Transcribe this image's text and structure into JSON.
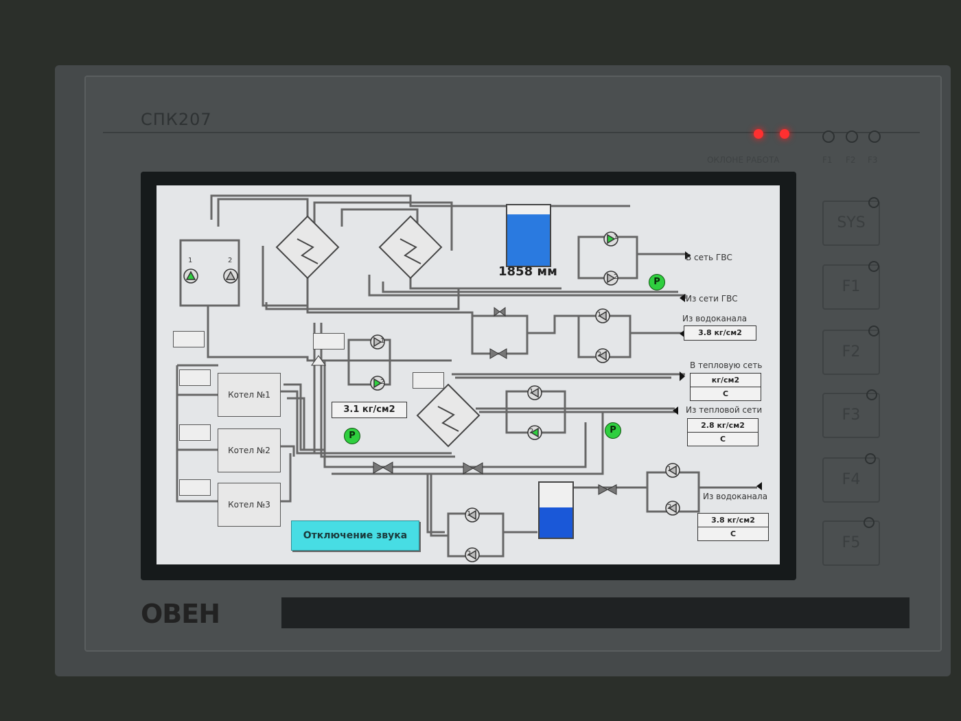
{
  "device": {
    "model": "СПК207",
    "indicator_labels": [
      "ОКЛОНЕ РАБОТА",
      "F1",
      "F2",
      "F3"
    ],
    "function_keys": [
      "SYS",
      "F1",
      "F2",
      "F3",
      "F4",
      "F5"
    ],
    "brand": "ОВЕН"
  },
  "screen": {
    "tank_level": "1858 мм",
    "tank_fill_fraction": 0.85,
    "lower_tank_fill_fraction": 0.55,
    "labels": {
      "to_dhw_network": "В сеть ГВС",
      "from_dhw_network": "Из сети ГВС",
      "from_water_supply_1": "Из водоканала",
      "to_heat_network": "В тепловую сеть",
      "from_heat_network": "Из тепловой сети",
      "from_water_supply_2": "Из водоканала"
    },
    "values": {
      "water_supply_1_pressure": "3.8 кг/см2",
      "heat_network_out_pressure": "кг/см2",
      "heat_network_out_temp": "С",
      "heat_network_in_pressure": "2.8 кг/см2",
      "heat_network_in_temp": "С",
      "water_supply_2_pressure": "3.8 кг/см2",
      "water_supply_2_temp": "С",
      "boiler_circuit_pressure": "3.1 кг/см2"
    },
    "boilers": [
      "Котел №1",
      "Котел №2",
      "Котел №3"
    ],
    "pump_numbers": [
      "1",
      "2"
    ],
    "pressure_badge": "P",
    "mute_button": "Отключение звука",
    "colors": {
      "tank_water": "#2a7ae0",
      "pump_active": "#2fcf3f",
      "mute_button": "#47dde4",
      "led_red": "#ff3030"
    }
  }
}
